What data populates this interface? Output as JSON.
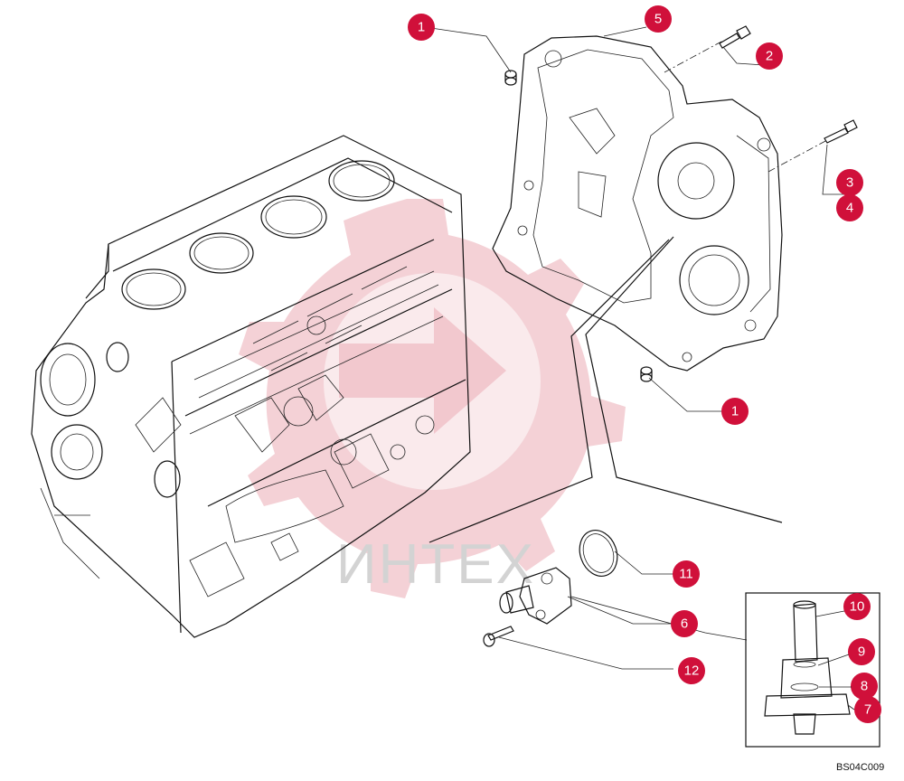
{
  "diagram": {
    "drawing_code": "BS04C009",
    "watermark_text": "ИНТЕХ",
    "callout_color": "#d0103a",
    "watermark_color": "#f2c7cc",
    "callouts": [
      {
        "id": "c1a",
        "label": "1"
      },
      {
        "id": "c5",
        "label": "5"
      },
      {
        "id": "c2",
        "label": "2"
      },
      {
        "id": "c3",
        "label": "3"
      },
      {
        "id": "c4",
        "label": "4"
      },
      {
        "id": "c1b",
        "label": "1"
      },
      {
        "id": "c11",
        "label": "11"
      },
      {
        "id": "c6",
        "label": "6"
      },
      {
        "id": "c12",
        "label": "12"
      },
      {
        "id": "c10",
        "label": "10"
      },
      {
        "id": "c9",
        "label": "9"
      },
      {
        "id": "c8",
        "label": "8"
      },
      {
        "id": "c7",
        "label": "7"
      }
    ]
  }
}
